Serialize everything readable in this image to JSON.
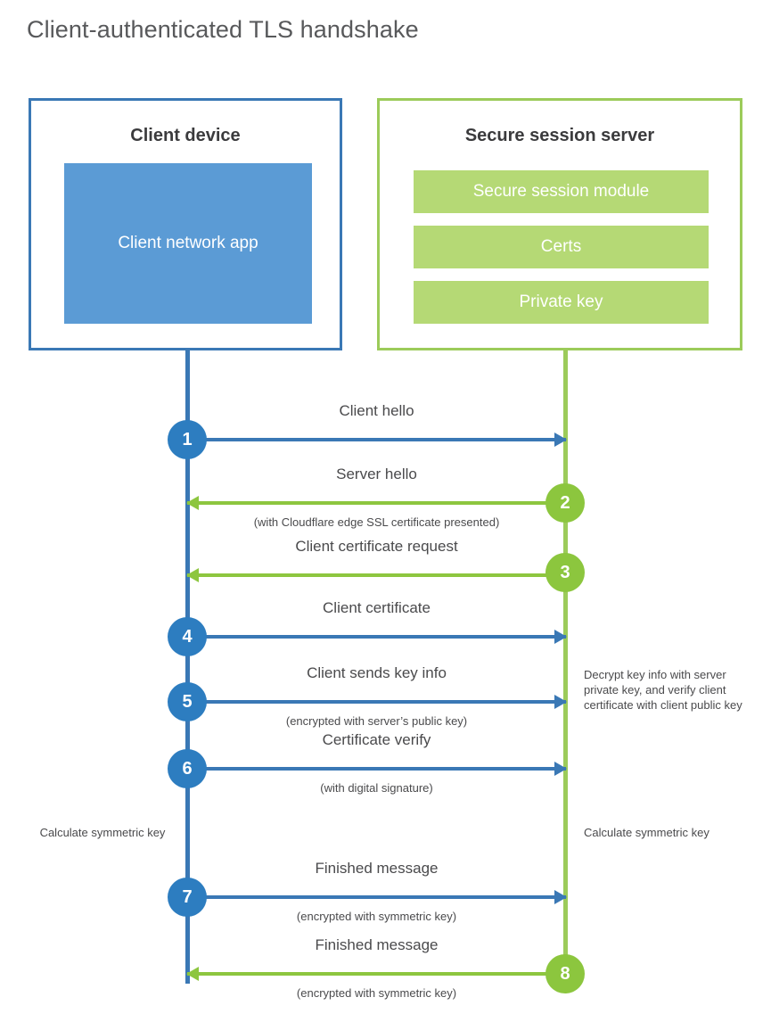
{
  "title": "Client-authenticated TLS handshake",
  "colors": {
    "client_border": "#3a78b5",
    "client_fill": "#5b9bd5",
    "client_circle": "#2d7dc0",
    "server_border": "#9ccb5a",
    "server_fill": "#b5d975",
    "server_circle": "#8cc63e",
    "text": "#4a4a4c",
    "title_text": "#58595b",
    "background": "#ffffff"
  },
  "client": {
    "title": "Client device",
    "app_label": "Client network app"
  },
  "server": {
    "title": "Secure session server",
    "items": [
      {
        "label": "Secure session module"
      },
      {
        "label": "Certs"
      },
      {
        "label": "Private key"
      }
    ]
  },
  "steps": [
    {
      "number": "1",
      "label": "Client hello",
      "sub": "",
      "direction": "client-to-server",
      "actor": "client"
    },
    {
      "number": "2",
      "label": "Server hello",
      "sub": "(with Cloudflare edge SSL certificate presented)",
      "direction": "server-to-client",
      "actor": "server"
    },
    {
      "number": "3",
      "label": "Client certificate request",
      "sub": "",
      "direction": "server-to-client",
      "actor": "server"
    },
    {
      "number": "4",
      "label": "Client certificate",
      "sub": "",
      "direction": "client-to-server",
      "actor": "client"
    },
    {
      "number": "5",
      "label": "Client sends key info",
      "sub": "(encrypted with server’s public key)",
      "direction": "client-to-server",
      "actor": "client"
    },
    {
      "number": "6",
      "label": "Certificate verify",
      "sub": "(with digital signature)",
      "direction": "client-to-server",
      "actor": "client"
    },
    {
      "number": "7",
      "label": "Finished message",
      "sub": "(encrypted with symmetric key)",
      "direction": "client-to-server",
      "actor": "client"
    },
    {
      "number": "8",
      "label": "Finished message",
      "sub": "(encrypted with symmetric key)",
      "direction": "server-to-client",
      "actor": "server"
    }
  ],
  "notes": {
    "decrypt": "Decrypt key info with server private key, and verify client certificate with client public key",
    "calculate_client": "Calculate symmetric key",
    "calculate_server": "Calculate symmetric key"
  }
}
